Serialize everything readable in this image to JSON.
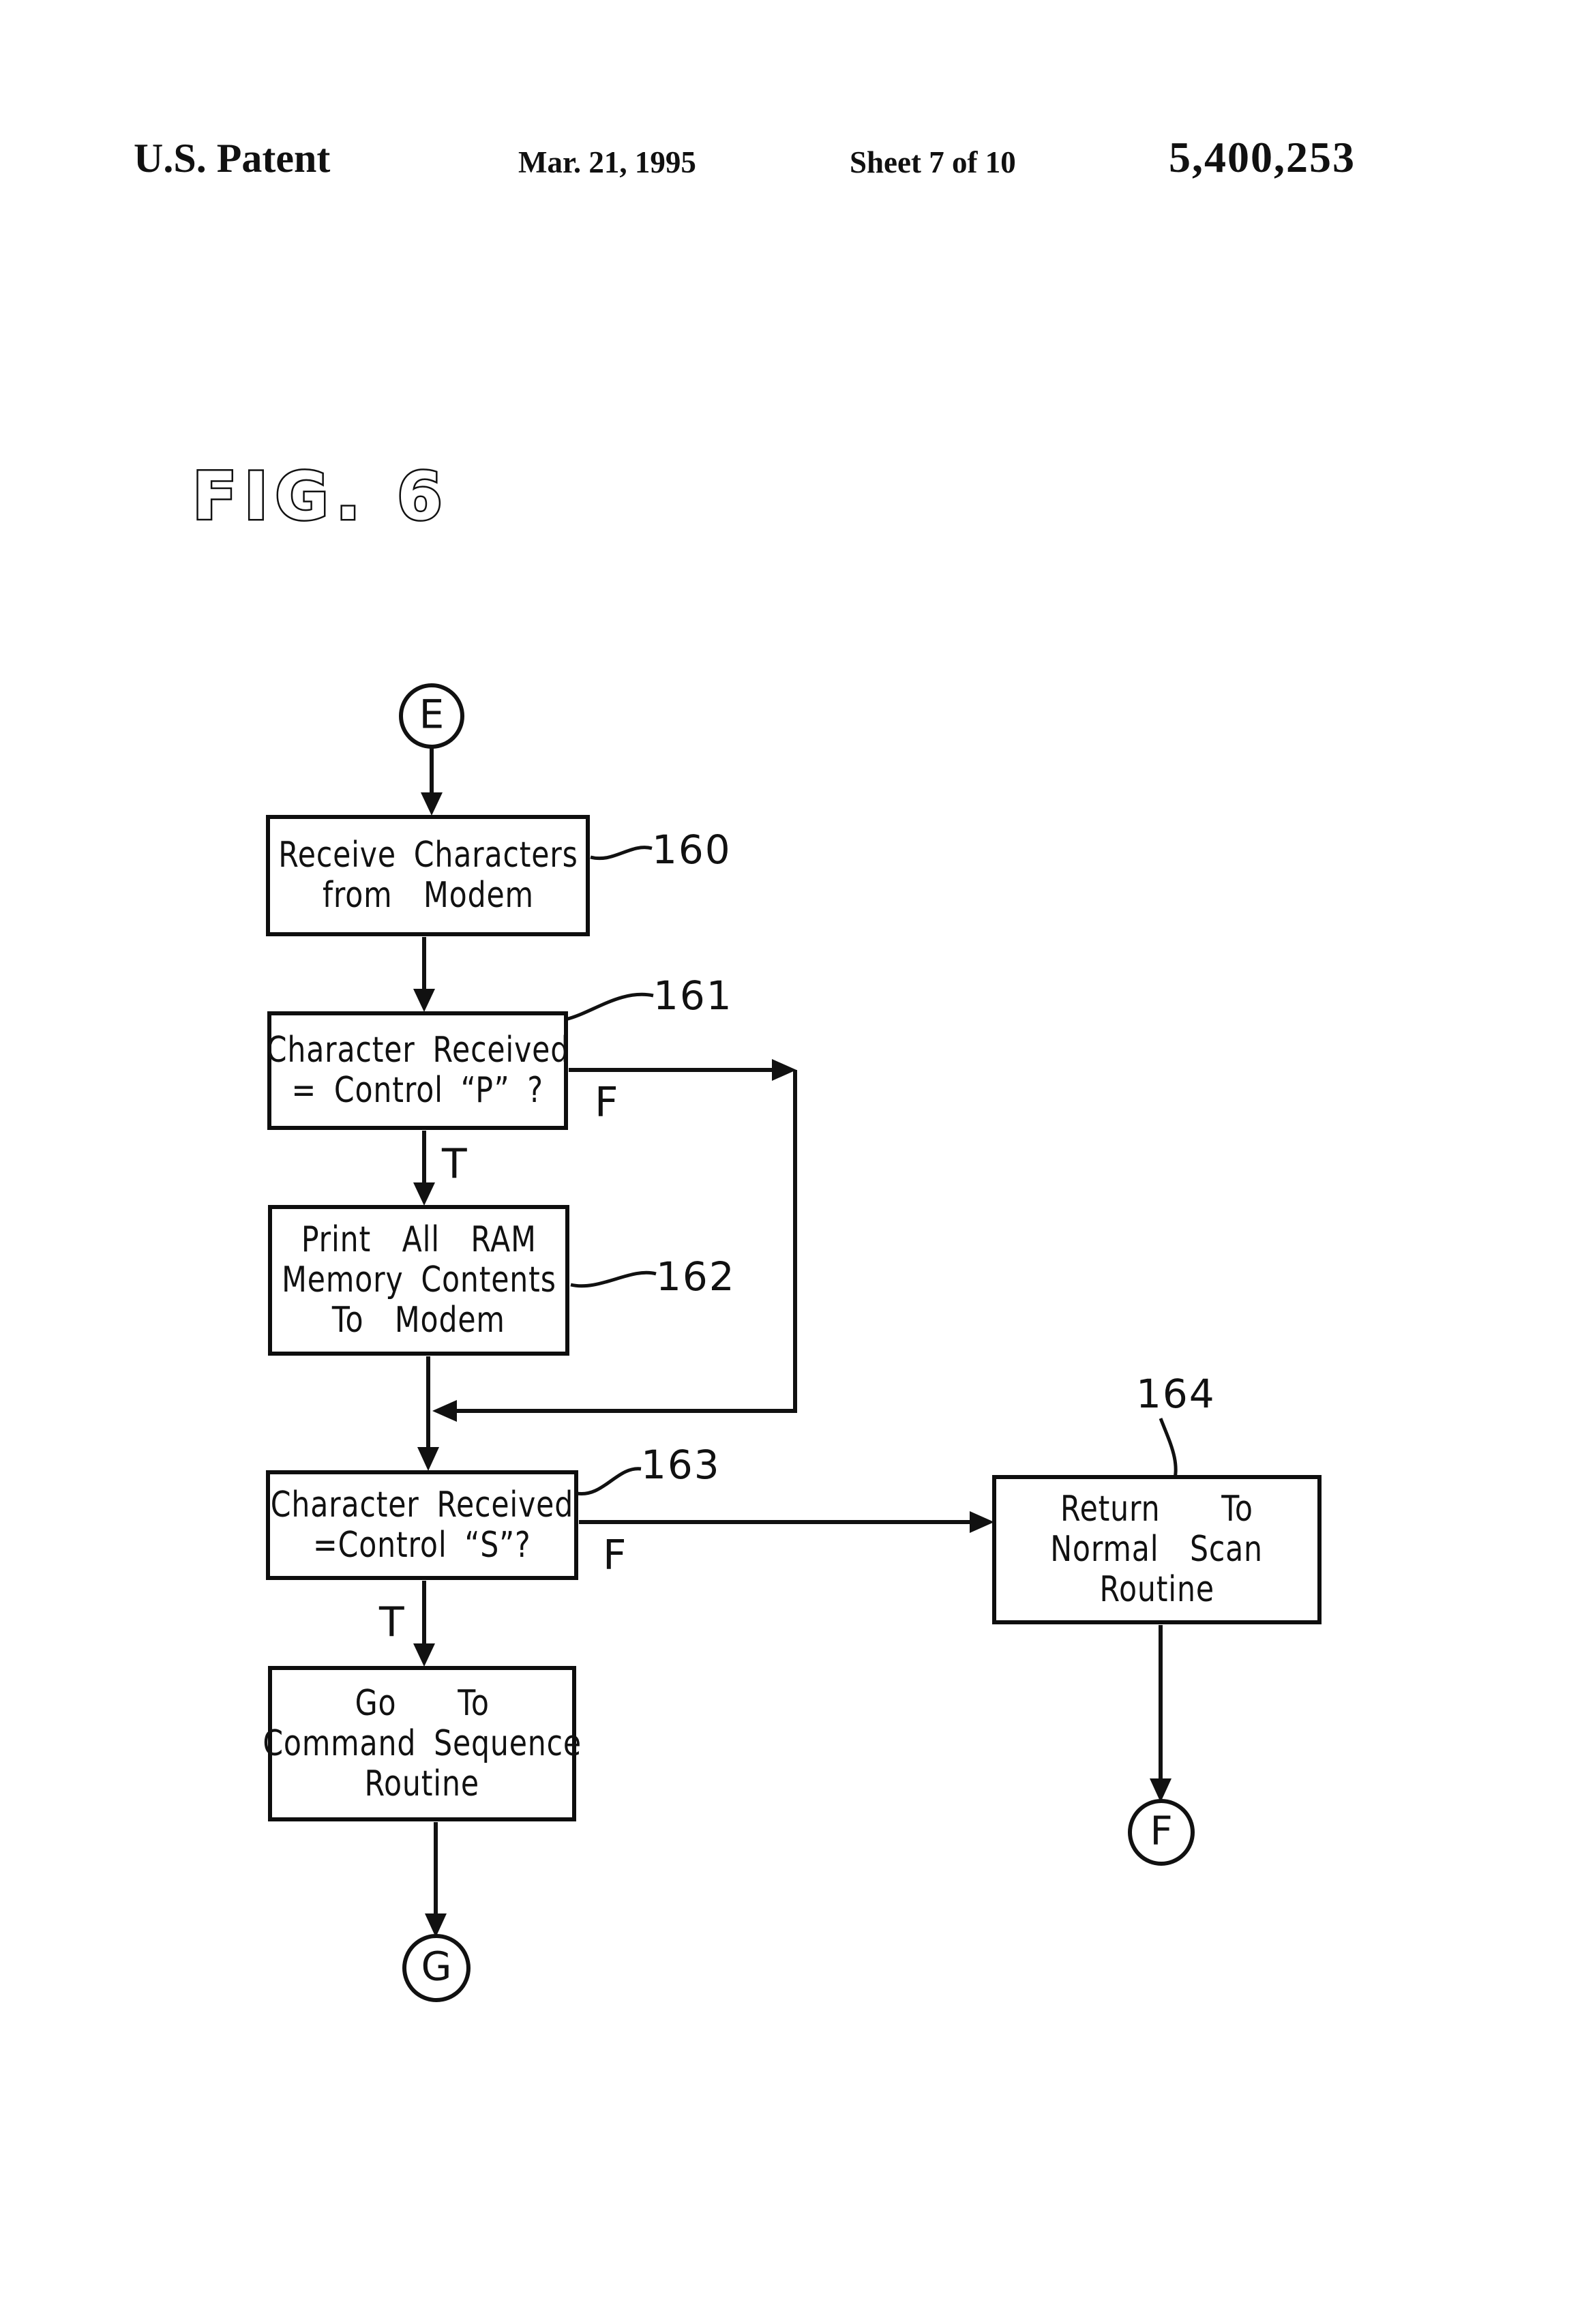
{
  "header": {
    "title": "U.S. Patent",
    "date": "Mar. 21, 1995",
    "sheet": "Sheet 7 of 10",
    "patent_number": "5,400,253"
  },
  "figure": {
    "label": "FIG. 6"
  },
  "flowchart": {
    "connector_e": "E",
    "connector_g": "G",
    "connector_f": "F",
    "boxes": {
      "receive": {
        "ref": "160",
        "lines": [
          "Receive Characters",
          "from Modem"
        ]
      },
      "check_p": {
        "ref": "161",
        "lines": [
          "Character Received",
          "= Control  “P” ?"
        ],
        "true_label": "T",
        "false_label": "F"
      },
      "print_ram": {
        "ref": "162",
        "lines": [
          "Print All RAM",
          "Memory Contents",
          "To Modem"
        ]
      },
      "check_s": {
        "ref": "163",
        "lines": [
          "Character Received",
          "=Control  “S”?"
        ],
        "true_label": "T",
        "false_label": "F"
      },
      "return_scan": {
        "ref": "164",
        "lines": [
          "Return To",
          "Normal Scan",
          "Routine"
        ]
      },
      "go_command": {
        "lines": [
          "Go To",
          "Command Sequence",
          "Routine"
        ]
      }
    }
  },
  "colors": {
    "ink": "#111111",
    "paper": "#ffffff"
  }
}
